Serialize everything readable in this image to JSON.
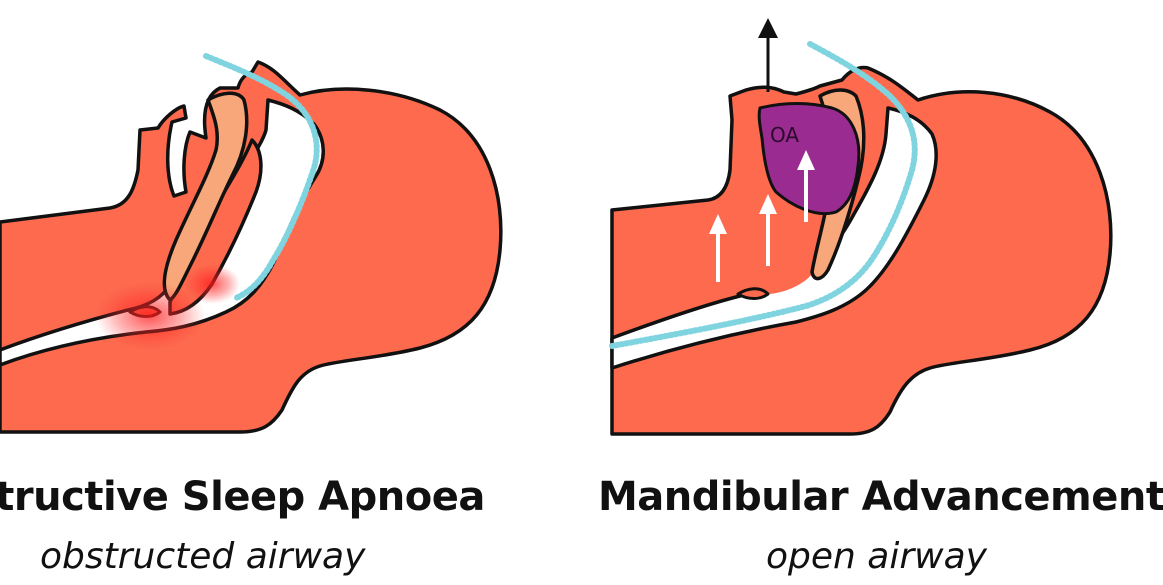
{
  "panels": {
    "left": {
      "title": "structive Sleep Apnoea",
      "subtitle": "obstructed airway"
    },
    "right": {
      "title": "Mandibular Advancement",
      "subtitle": "open airway",
      "device_label": "OA"
    }
  },
  "colors": {
    "tissue": "#fd6a4d",
    "palate": "#f8a77a",
    "airway": "#ffffff",
    "airflow": "#7fd4e0",
    "appliance": "#9a2c91",
    "obstruction": "#ff1a1a",
    "outline": "#111111"
  }
}
